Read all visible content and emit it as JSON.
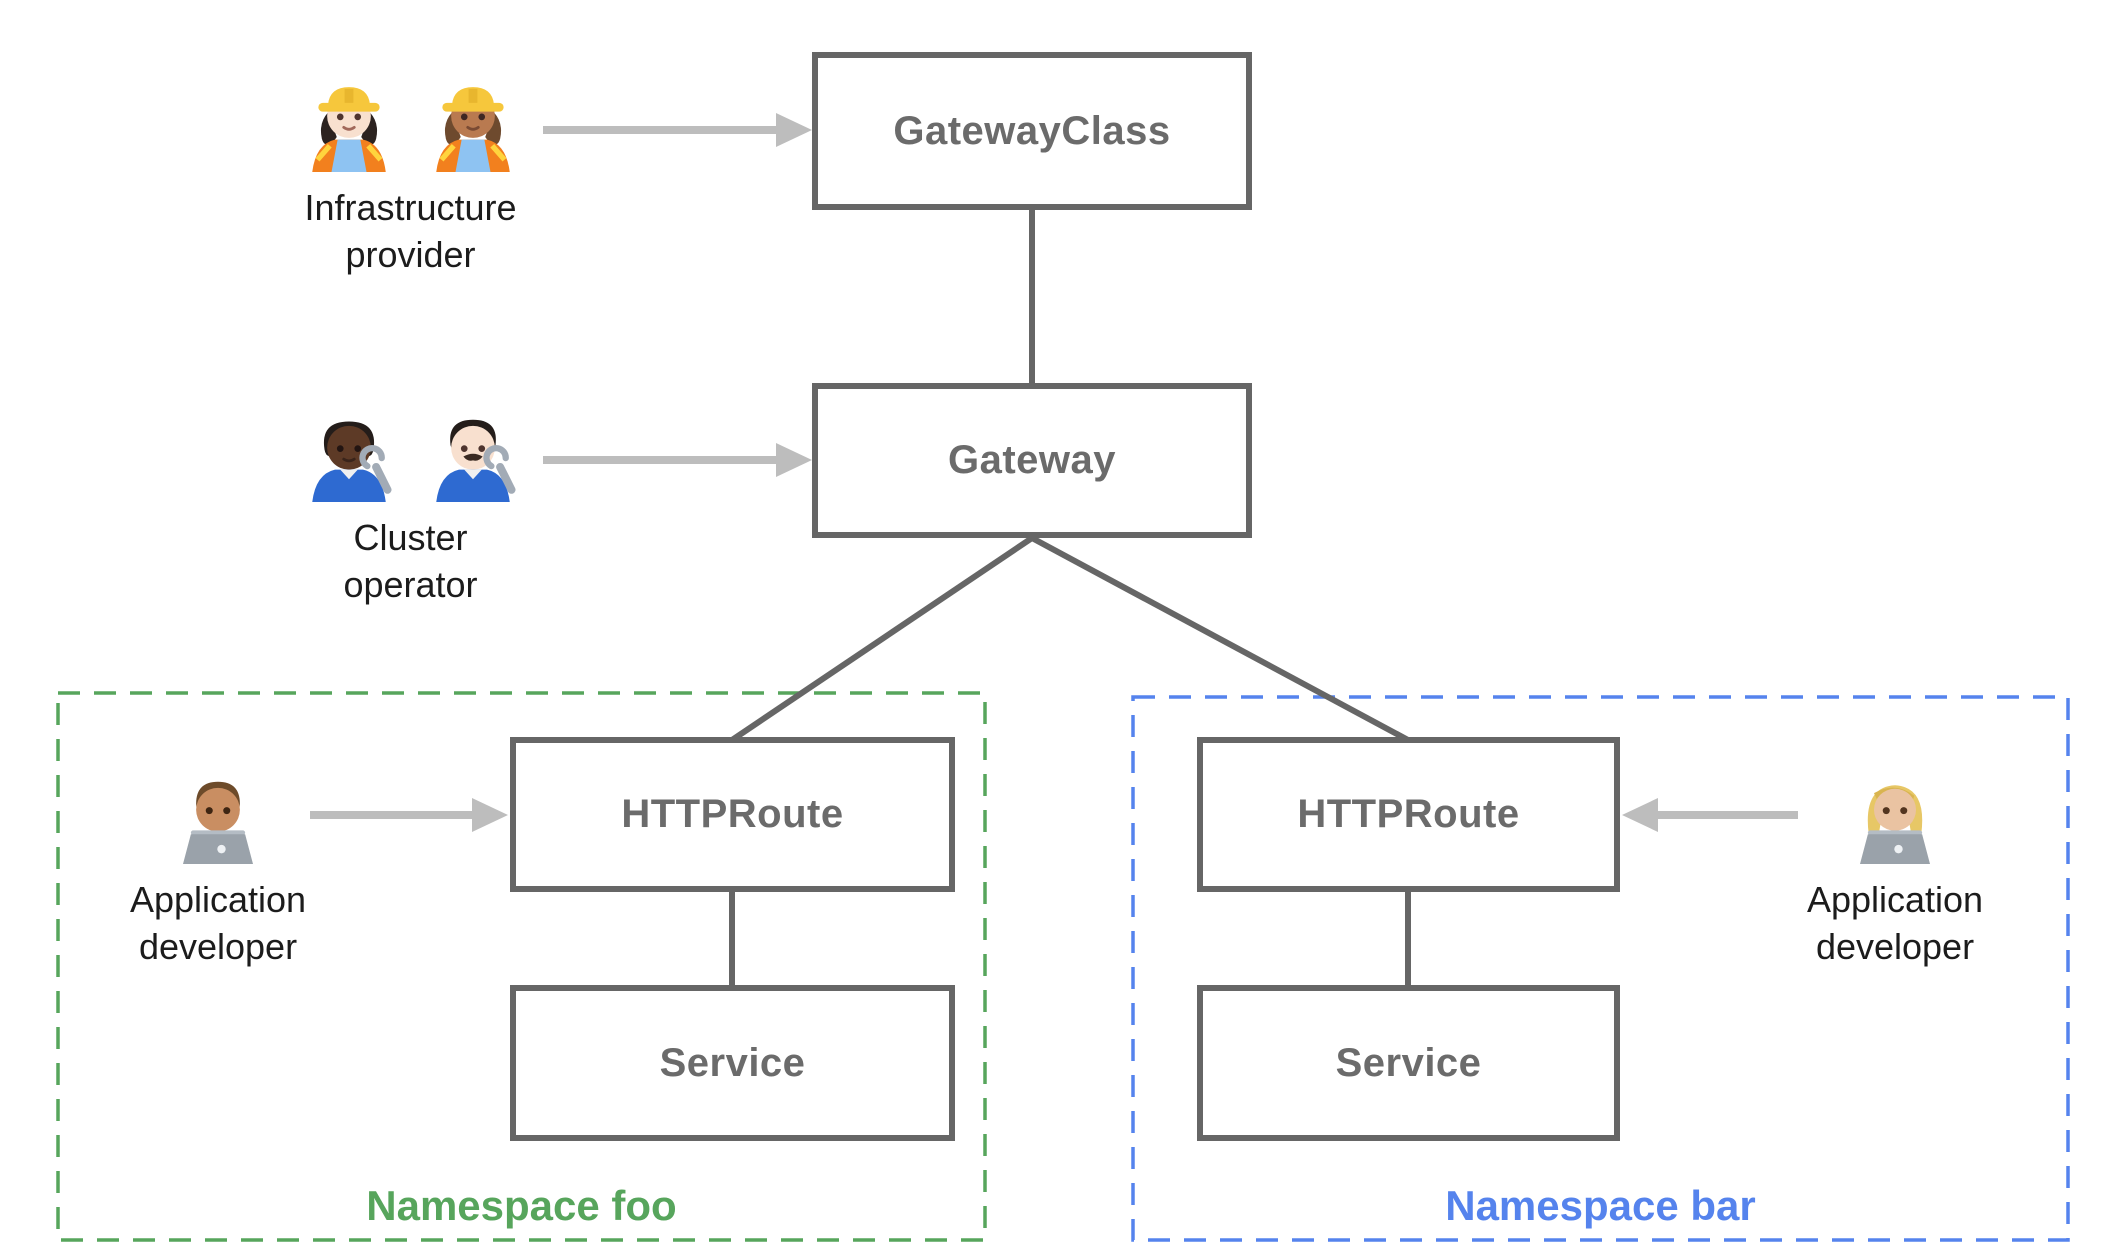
{
  "diagram": {
    "nodes": {
      "gateway_class": {
        "label": "GatewayClass"
      },
      "gateway": {
        "label": "Gateway"
      },
      "httproute_foo": {
        "label": "HTTPRoute"
      },
      "service_foo": {
        "label": "Service"
      },
      "httproute_bar": {
        "label": "HTTPRoute"
      },
      "service_bar": {
        "label": "Service"
      }
    },
    "namespaces": {
      "foo": {
        "label": "Namespace foo",
        "color": "#57a55c"
      },
      "bar": {
        "label": "Namespace bar",
        "color": "#5583ed"
      }
    },
    "personas": {
      "infrastructure_provider": {
        "line1": "Infrastructure",
        "line2": "provider",
        "icons": [
          "woman-construction-worker-light-skin-icon",
          "woman-construction-worker-medium-skin-icon"
        ]
      },
      "cluster_operator": {
        "line1": "Cluster",
        "line2": "operator",
        "icons": [
          "mechanic-dark-skin-icon",
          "man-mechanic-light-skin-icon"
        ]
      },
      "application_developer_foo": {
        "line1": "Application",
        "line2": "developer",
        "icons": [
          "man-technologist-icon"
        ]
      },
      "application_developer_bar": {
        "line1": "Application",
        "line2": "developer",
        "icons": [
          "woman-technologist-icon"
        ]
      }
    },
    "colors": {
      "node_border": "#666666",
      "node_label": "#6b6b6b",
      "connector": "#666666",
      "arrow": "#bdbdbd",
      "persona_label": "#1c1c1c",
      "namespace_foo": "#57a55c",
      "namespace_bar": "#5583ed"
    }
  }
}
